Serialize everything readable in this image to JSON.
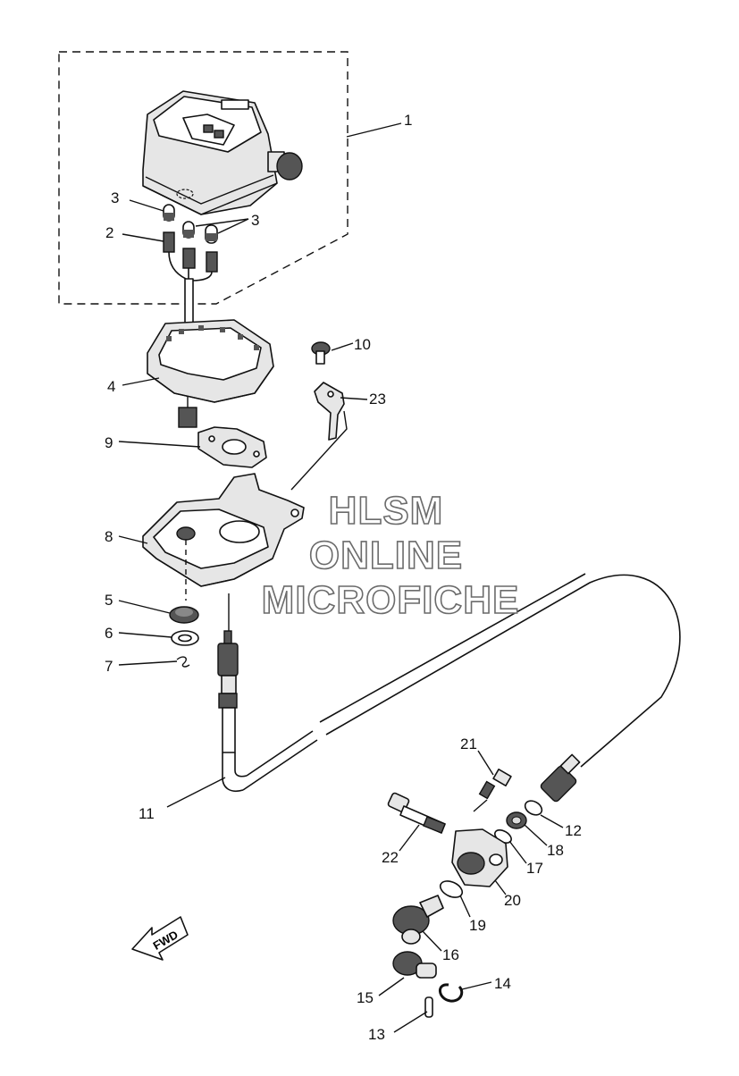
{
  "callouts": {
    "c1": "1",
    "c2": "2",
    "c3a": "3",
    "c3b": "3",
    "c4": "4",
    "c5": "5",
    "c6": "6",
    "c7": "7",
    "c8": "8",
    "c9": "9",
    "c10": "10",
    "c11": "11",
    "c12": "12",
    "c13": "13",
    "c14": "14",
    "c15": "15",
    "c16": "16",
    "c17": "17",
    "c18": "18",
    "c19": "19",
    "c20": "20",
    "c21": "21",
    "c22": "22",
    "c23": "23"
  },
  "watermark": {
    "line1": "HLSM",
    "line2": "ONLINE",
    "line3": "MICROFICHE"
  },
  "fwd_label": "FWD"
}
